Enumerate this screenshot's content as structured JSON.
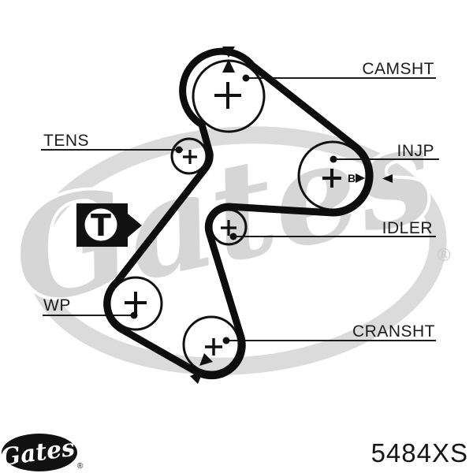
{
  "diagram": {
    "labels": {
      "camshaft": "CAMSHT",
      "tensioner": "TENS",
      "injection_pump": "INJP",
      "idler": "IDLER",
      "water_pump": "WP",
      "crankshaft": "CRANSHT"
    },
    "marks": {
      "tension_point": "T",
      "injection_timing": "B"
    },
    "watermark": {
      "brand_script": "Gates",
      "registered": "®"
    }
  },
  "footer": {
    "brand_logo_text": "Gates",
    "registered": "®",
    "part_number": "5484XS"
  },
  "colors": {
    "line": "#111111",
    "watermark_gray": "#d6d6d6",
    "background": "#ffffff"
  }
}
